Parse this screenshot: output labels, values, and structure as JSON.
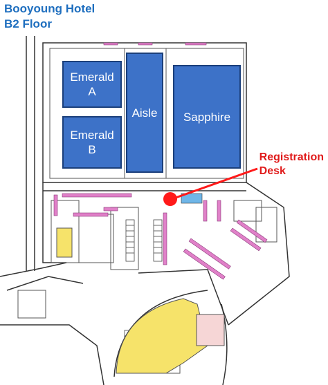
{
  "title": {
    "line1": "Booyoung Hotel",
    "line2": "B2 Floor"
  },
  "rooms": {
    "emerald_a": {
      "line1": "Emerald",
      "line2": "A"
    },
    "emerald_b": {
      "line1": "Emerald",
      "line2": "B"
    },
    "aisle": {
      "label": "Aisle"
    },
    "sapphire": {
      "label": "Sapphire"
    }
  },
  "registration": {
    "line1": "Registration",
    "line2": "Desk"
  },
  "colors": {
    "room_fill": "#3d72c8",
    "highlight_yellow": "#f6e36a",
    "marker_red": "#ff1a1a",
    "label_blue": "#1f6fbf",
    "label_red": "#e01b1b",
    "furniture_pink": "#e080c8",
    "wall": "#333333"
  }
}
